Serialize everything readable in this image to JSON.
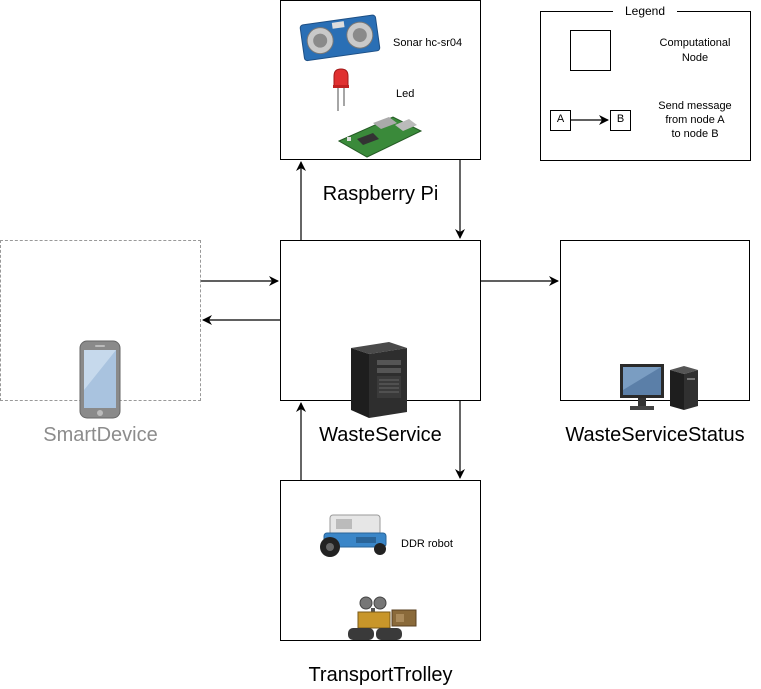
{
  "nodes": {
    "raspberry": {
      "title": "Raspberry Pi",
      "sonar": "Sonar hc-sr04",
      "led": "Led"
    },
    "waste_service": {
      "title": "WasteService"
    },
    "waste_service_status": {
      "title": "WasteServiceStatus"
    },
    "smart_device": {
      "title": "SmartDevice"
    },
    "transport_trolley": {
      "title": "TransportTrolley",
      "robot": "DDR robot"
    }
  },
  "legend": {
    "title": "Legend",
    "node_text": "Computational Node",
    "node_label_line1": "Computational",
    "node_label_line2": "Node",
    "msg_line1": "Send message",
    "msg_line2": "from node A",
    "msg_line3": "to node B",
    "a": "A",
    "b": "B"
  },
  "icons": {
    "sonar": "sonar-sensor-icon",
    "led": "red-led-icon",
    "board": "raspberry-pi-board-icon",
    "server": "server-tower-icon",
    "desktop": "desktop-computer-icon",
    "phone": "smartphone-icon",
    "robot": "mbot-robot-icon",
    "walle": "wall-e-robot-icon"
  },
  "colors": {
    "border": "#000000",
    "dashed_border": "#999999",
    "grey_text": "#8c8c8c",
    "led": "#e03030",
    "sonar": "#2a6fb5",
    "board": "#3a8a3a"
  }
}
